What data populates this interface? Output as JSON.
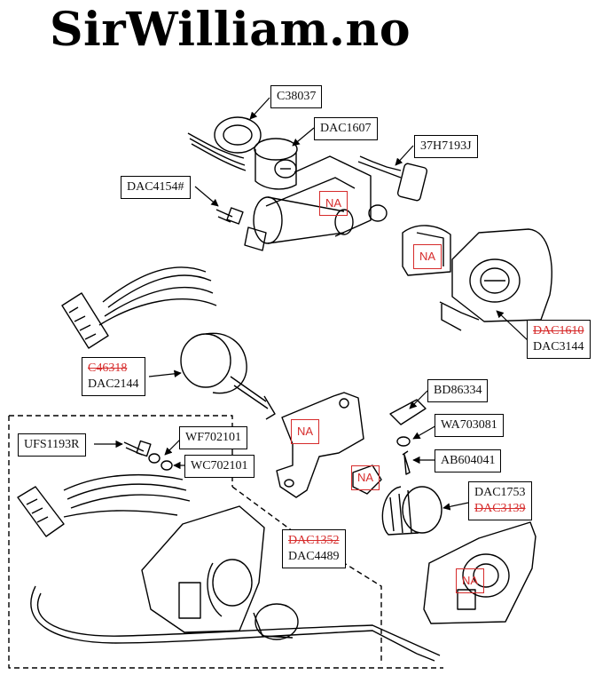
{
  "brand": "SirWilliam.no",
  "parts": {
    "c38037": "C38037",
    "dac1607": "DAC1607",
    "h37": "37H7193J",
    "dac4154": "DAC4154#",
    "dac1610_old": "DAC1610",
    "dac3144": "DAC3144",
    "c46318_old": "C46318",
    "dac2144": "DAC2144",
    "bd86334": "BD86334",
    "wa703081": "WA703081",
    "ab604041": "AB604041",
    "dac1753": "DAC1753",
    "dac3139_old": "DAC3139",
    "ufs1193r": "UFS1193R",
    "wf702101": "WF702101",
    "wc702101": "WC702101",
    "dac1352_old": "DAC1352",
    "dac4489": "DAC4489"
  },
  "na_label": "NA",
  "colors": {
    "superseded": "#d62b2b",
    "line": "#000000"
  }
}
